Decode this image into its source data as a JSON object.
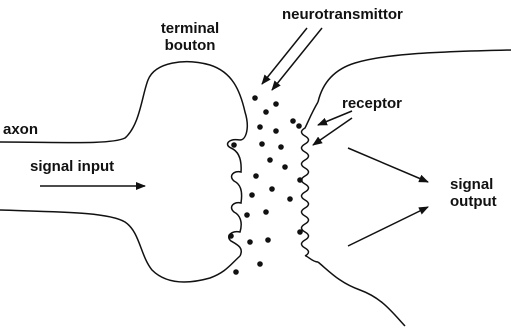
{
  "diagram": {
    "labels": {
      "terminal_bouton_1": "terminal",
      "terminal_bouton_2": "bouton",
      "neurotransmitter": "neurotransmittor",
      "receptor": "receptor",
      "axon": "axon",
      "signal_input": "signal input",
      "signal_output_1": "signal",
      "signal_output_2": "output"
    },
    "colors": {
      "ink": "#111111",
      "background": "#ffffff"
    }
  }
}
